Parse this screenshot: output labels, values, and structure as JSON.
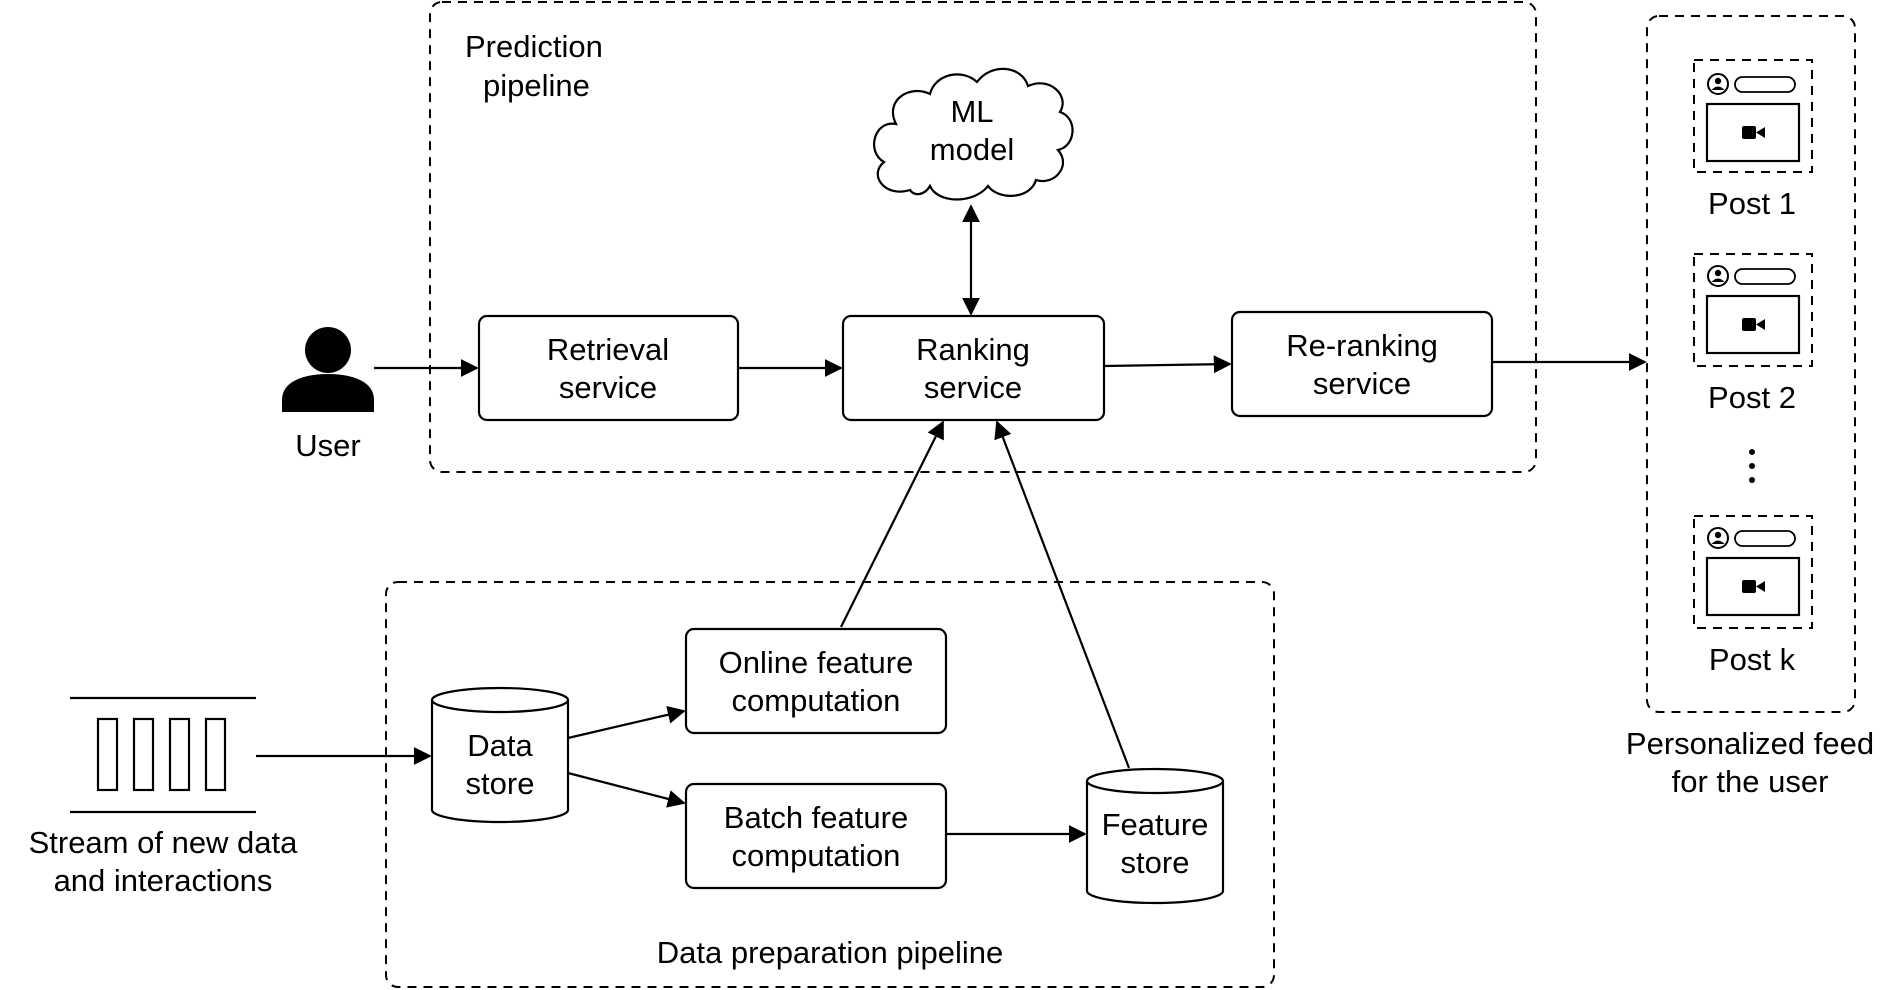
{
  "prediction_pipeline": {
    "title_line1": "Prediction",
    "title_line2": "pipeline"
  },
  "ml_model": {
    "line1": "ML",
    "line2": "model"
  },
  "user": {
    "label": "User"
  },
  "retrieval": {
    "line1": "Retrieval",
    "line2": "service"
  },
  "ranking": {
    "line1": "Ranking",
    "line2": "service"
  },
  "reranking": {
    "line1": "Re-ranking",
    "line2": "service"
  },
  "feed": {
    "posts": [
      "Post 1",
      "Post 2",
      "Post k"
    ],
    "caption_line1": "Personalized feed",
    "caption_line2": "for the user"
  },
  "stream": {
    "line1": "Stream of new data",
    "line2": "and interactions"
  },
  "data_store": {
    "line1": "Data",
    "line2": "store"
  },
  "online_feature": {
    "line1": "Online feature",
    "line2": "computation"
  },
  "batch_feature": {
    "line1": "Batch feature",
    "line2": "computation"
  },
  "feature_store": {
    "line1": "Feature",
    "line2": "store"
  },
  "data_prep_pipeline": {
    "title": "Data preparation pipeline"
  }
}
